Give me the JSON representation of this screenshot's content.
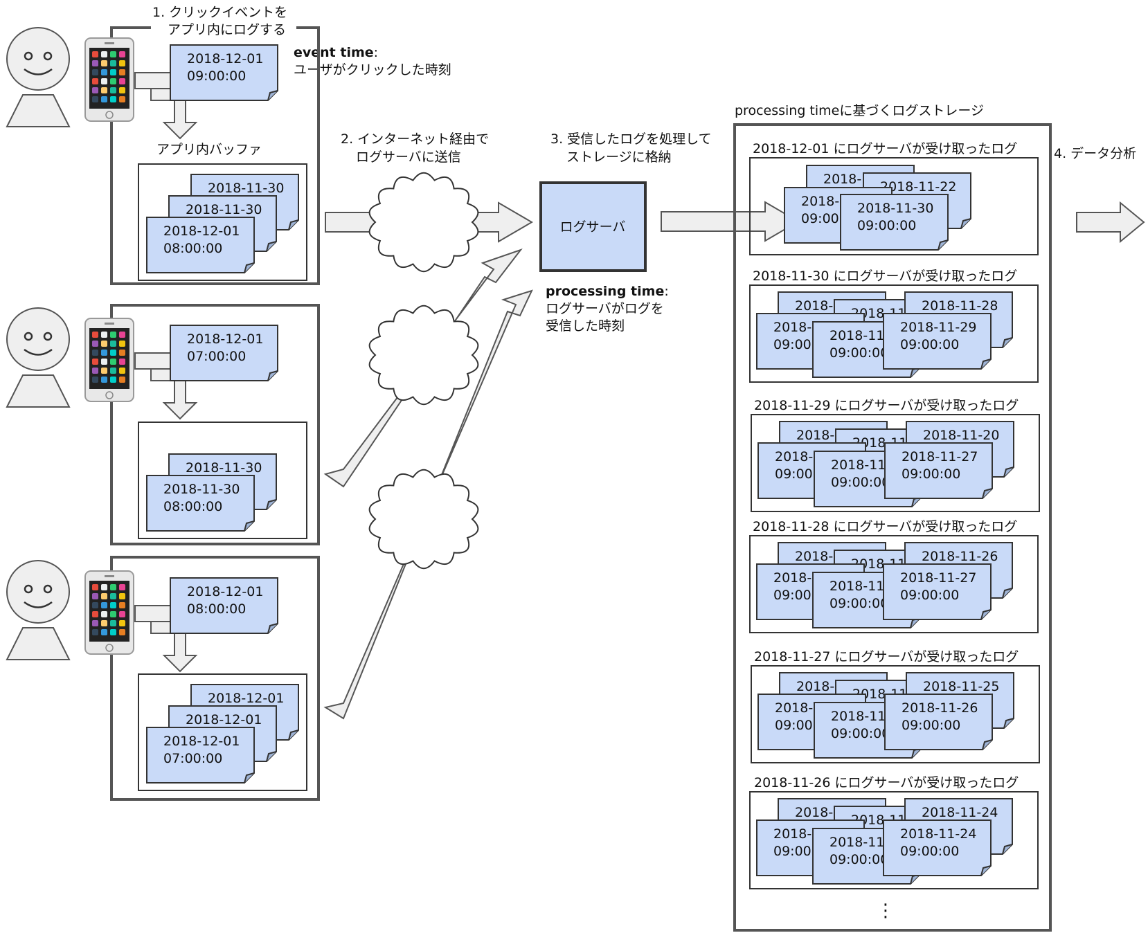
{
  "colors": {
    "doc_fill": "#c9daf8",
    "doc_stroke": "#333333",
    "arrow_fill": "#efefef",
    "arrow_stroke": "#555555",
    "frame_stroke": "#555555",
    "person_fill": "#efefef"
  },
  "icons": [
    "person-icon",
    "smartphone-icon",
    "cloud-icon",
    "arrow-icon",
    "log-document-icon"
  ],
  "steps": {
    "step1_line1": "1. クリックイベントを",
    "step1_line2": "アプリ内にログする",
    "step2_line1": "2. インターネット経由で",
    "step2_line2": "ログサーバに送信",
    "step3_line1": "3. 受信したログを処理して",
    "step3_line2": "ストレージに格納",
    "step4": "4. データ分析"
  },
  "event_time": {
    "term": "event time",
    "colon": ":",
    "desc": "ユーザがクリックした時刻"
  },
  "processing_time": {
    "term": "processing time",
    "colon": ":",
    "desc_line1": "ログサーバがログを",
    "desc_line2": "受信した時刻"
  },
  "buffer_label": "アプリ内バッファ",
  "log_server_label": "ログサーバ",
  "storage_title": "processing timeに基づくログストレージ",
  "ellipsis": "⋮",
  "users": [
    {
      "click_date": "2018-12-01",
      "click_time": "09:00:00",
      "buffer_docs": [
        {
          "date": "2018-11-30",
          "time": ""
        },
        {
          "date": "2018-11-30",
          "time": ""
        },
        {
          "date": "2018-12-01",
          "time": "08:00:00"
        }
      ]
    },
    {
      "click_date": "2018-12-01",
      "click_time": "07:00:00",
      "buffer_docs": [
        {
          "date": "2018-11-30",
          "time": ""
        },
        {
          "date": "2018-11-30",
          "time": "08:00:00"
        }
      ]
    },
    {
      "click_date": "2018-12-01",
      "click_time": "08:00:00",
      "buffer_docs": [
        {
          "date": "2018-12-01",
          "time": ""
        },
        {
          "date": "2018-12-01",
          "time": ""
        },
        {
          "date": "2018-12-01",
          "time": "07:00:00"
        }
      ]
    }
  ],
  "partitions": [
    {
      "title": "2018-12-01 にログサーバが受け取ったログ",
      "docs": [
        {
          "date": "2018-1",
          "time": ""
        },
        {
          "date": "2018-11-22",
          "time": ""
        },
        {
          "date": "2018-",
          "time": "09:00:"
        },
        {
          "date": "2018-11-30",
          "time": "09:00:00"
        }
      ]
    },
    {
      "title": "2018-11-30 にログサーバが受け取ったログ",
      "docs": [
        {
          "date": "2018-",
          "time": ""
        },
        {
          "date": "2018-11",
          "time": ""
        },
        {
          "date": "2018-11-28",
          "time": ""
        },
        {
          "date": "2018-",
          "time": "09:00:"
        },
        {
          "date": "2018-11-",
          "time": "09:00:00"
        },
        {
          "date": "2018-11-29",
          "time": "09:00:00"
        }
      ]
    },
    {
      "title": "2018-11-29 にログサーバが受け取ったログ",
      "docs": [
        {
          "date": "2018-",
          "time": ""
        },
        {
          "date": "2018-11",
          "time": ""
        },
        {
          "date": "2018-11-20",
          "time": ""
        },
        {
          "date": "2018-",
          "time": "09:00:"
        },
        {
          "date": "2018-11-",
          "time": "09:00:00"
        },
        {
          "date": "2018-11-27",
          "time": "09:00:00"
        }
      ]
    },
    {
      "title": "2018-11-28 にログサーバが受け取ったログ",
      "docs": [
        {
          "date": "2018-",
          "time": ""
        },
        {
          "date": "2018-11",
          "time": ""
        },
        {
          "date": "2018-11-26",
          "time": ""
        },
        {
          "date": "2018-",
          "time": "09:00:"
        },
        {
          "date": "2018-11-",
          "time": "09:00:00"
        },
        {
          "date": "2018-11-27",
          "time": "09:00:00"
        }
      ]
    },
    {
      "title": "2018-11-27 にログサーバが受け取ったログ",
      "docs": [
        {
          "date": "2018-",
          "time": ""
        },
        {
          "date": "2018-11",
          "time": ""
        },
        {
          "date": "2018-11-25",
          "time": ""
        },
        {
          "date": "2018-",
          "time": "09:00:"
        },
        {
          "date": "2018-11-",
          "time": "09:00:00"
        },
        {
          "date": "2018-11-26",
          "time": "09:00:00"
        }
      ]
    },
    {
      "title": "2018-11-26 にログサーバが受け取ったログ",
      "docs": [
        {
          "date": "2018-",
          "time": ""
        },
        {
          "date": "2018-11",
          "time": ""
        },
        {
          "date": "2018-11-24",
          "time": ""
        },
        {
          "date": "2018-",
          "time": "09:00:"
        },
        {
          "date": "2018-11-",
          "time": "09:00:00"
        },
        {
          "date": "2018-11-24",
          "time": "09:00:00"
        }
      ]
    }
  ]
}
